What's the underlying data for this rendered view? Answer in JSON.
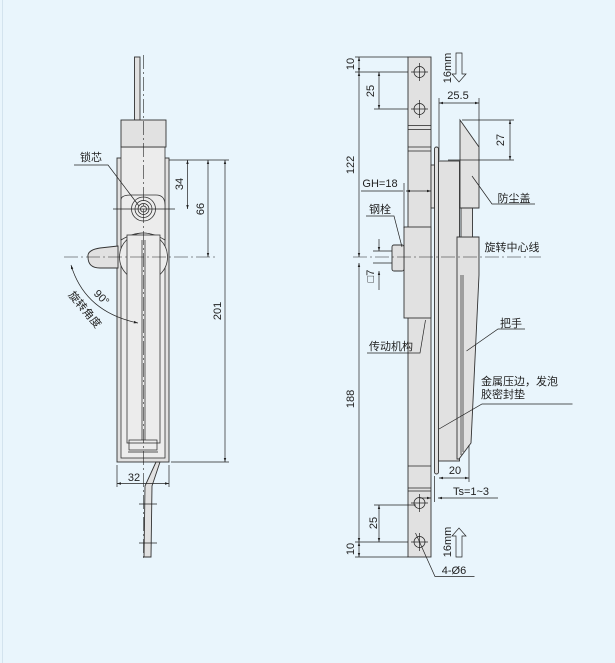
{
  "left_view": {
    "labels": {
      "lock_core": "锁芯",
      "angle": "90°",
      "rotation_angle": "旋转角度"
    },
    "dimensions": {
      "d34": "34",
      "d66": "66",
      "d201": "201",
      "d32": "32"
    }
  },
  "right_view": {
    "labels": {
      "dust_cover": "防尘盖",
      "steel_bolt": "钢栓",
      "rotation_centerline": "旋转中心线",
      "handle": "把手",
      "transmission": "传动机构",
      "gasket_line1": "金属压边，发泡",
      "gasket_line2": "胶密封垫",
      "holes": "4-Ø6",
      "adjust_top": "16mm",
      "adjust_bottom": "16mm"
    },
    "dimensions": {
      "top10": "10",
      "top25": "25",
      "d122": "122",
      "d188": "188",
      "bottom25": "25",
      "bottom10": "10",
      "d25_5": "25.5",
      "d27": "27",
      "gh": "GH=18",
      "square7": "□7",
      "d20": "20",
      "ts": "Ts=1~3"
    }
  }
}
